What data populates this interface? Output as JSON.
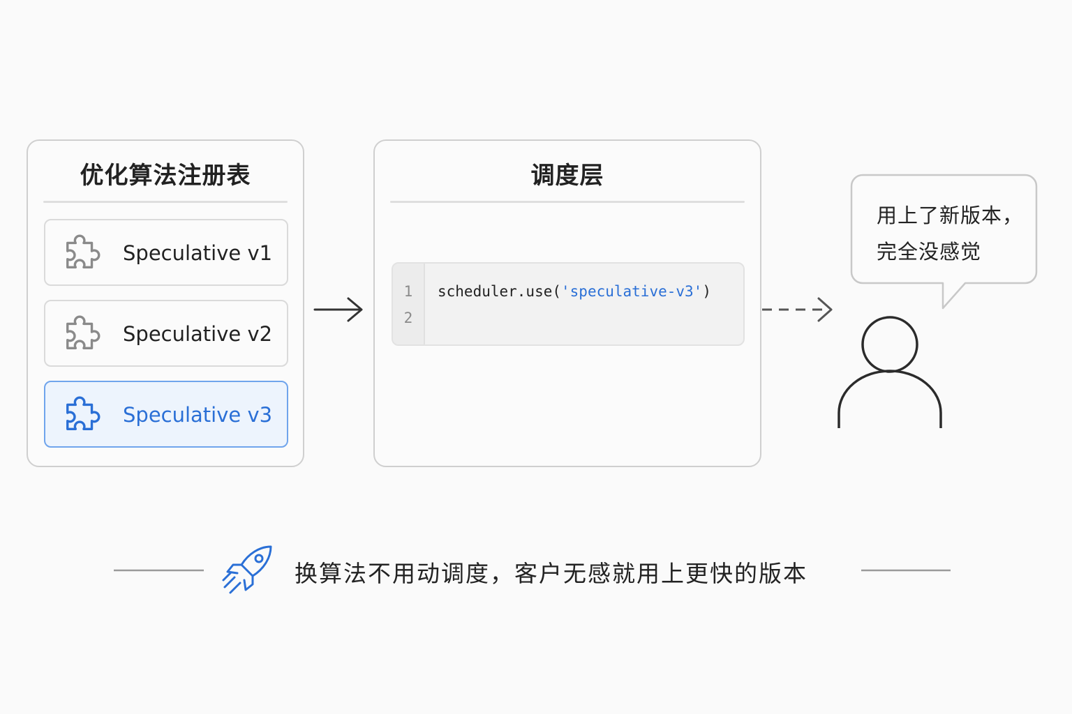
{
  "registry": {
    "title": "优化算法注册表",
    "items": [
      {
        "label": "Speculative v1",
        "active": false
      },
      {
        "label": "Speculative v2",
        "active": false
      },
      {
        "label": "Speculative v3",
        "active": true
      }
    ]
  },
  "scheduler": {
    "title": "调度层",
    "code": {
      "line_numbers": [
        "1",
        "2"
      ],
      "line1_prefix": "scheduler.use(",
      "line1_string": "'speculative-v3'",
      "line1_suffix": ")"
    }
  },
  "user": {
    "speech_line1": "用上了新版本，",
    "speech_line2": "完全没感觉"
  },
  "footer": {
    "caption": "换算法不用动调度，客户无感就用上更快的版本",
    "icon": "rocket-icon"
  },
  "colors": {
    "accent": "#2a6fd6",
    "active_bg": "#edf4fd",
    "border": "#cfcfcf"
  }
}
